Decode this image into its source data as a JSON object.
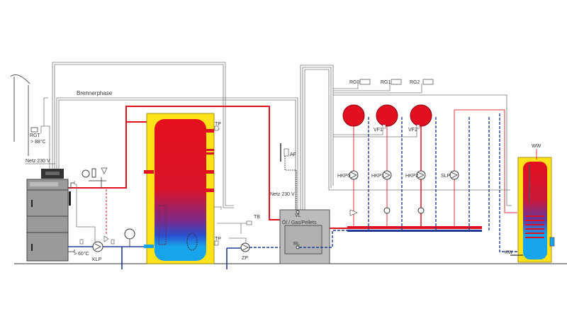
{
  "labels": {
    "brennerphase": "Brennerphase",
    "rgt": "RGT",
    "rgt_temp": "> 88°C",
    "netz_left": "Netz 230 V",
    "netz_right": "Netz 230 V",
    "return_temp": "> 60°C",
    "klp": "KLP",
    "tp_top": "TP",
    "tp_bottom": "TP",
    "tb": "TB",
    "zp": "ZP",
    "af": "AF",
    "vl": "VL",
    "fuel": "Öl / Gas/Pellets",
    "rl": "RL",
    "rg0": "RG0",
    "rg1": "RG1",
    "rg2": "RG2",
    "vf1": "VF1",
    "vf2": "VF2",
    "hkp0": "HKP0",
    "hkp1": "HKP1",
    "hkp2": "HKP2",
    "slp": "SLP",
    "ww": "WW",
    "kw": "KW"
  },
  "colors": {
    "hot": "#e01020",
    "cold": "#223a99",
    "tank_insulation": "#ffe21a",
    "tank_cold": "#1aa0e8",
    "boiler": "#9a9a9a"
  }
}
